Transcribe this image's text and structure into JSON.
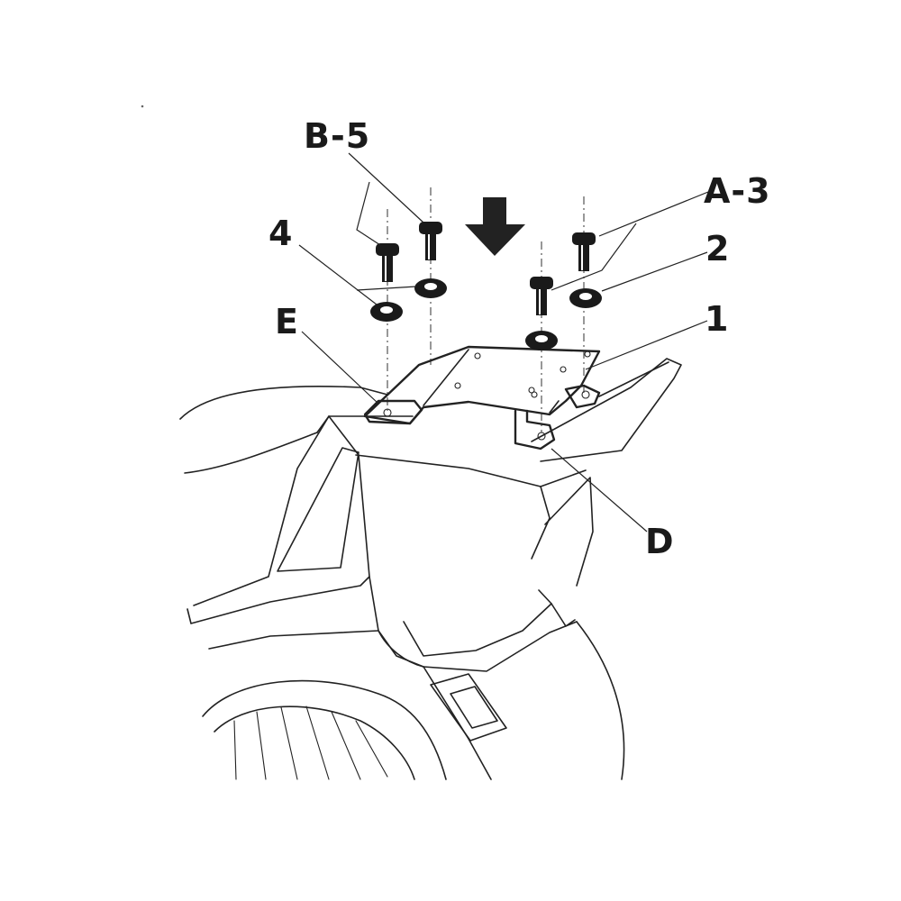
{
  "callouts": {
    "bolt_long": "B-5",
    "bolt_short": "A-3",
    "washer_left": "4",
    "washer_right": "2",
    "plate": "1",
    "bracket_left": "E",
    "bracket_right": "D"
  },
  "icons": {
    "direction_arrow": "arrow-down-icon"
  },
  "colors": {
    "line": "#222222",
    "fill_dark": "#1a1a1a",
    "background": "#ffffff"
  }
}
